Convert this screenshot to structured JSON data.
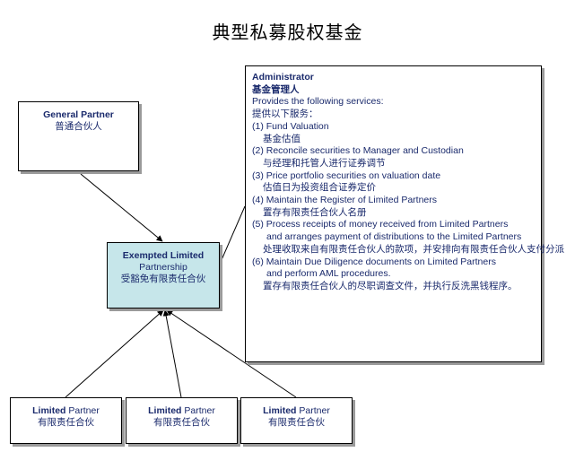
{
  "title": "典型私募股权基金",
  "general_partner": {
    "name": "General Partner",
    "name_cn": "普通合伙人"
  },
  "exempted": {
    "line1": "Exempted Limited",
    "line2": "Partnership",
    "line3": "受豁免有限责任合伙"
  },
  "limited_partners": [
    {
      "bold": "Limited",
      "rest": " Partner",
      "cn": "有限责任合伙"
    },
    {
      "bold": "Limited",
      "rest": " Partner",
      "cn": "有限责任合伙"
    },
    {
      "bold": "Limited",
      "rest": " Partner",
      "cn": "有限责任合伙"
    }
  ],
  "administrator": {
    "heading": "Administrator",
    "heading_cn": "基金管理人",
    "intro": "Provides the following services:",
    "intro_cn": "提供以下服务：",
    "services": [
      {
        "en": "(1) Fund Valuation",
        "cn": "基金估值"
      },
      {
        "en": "(2) Reconcile securities to Manager and Custodian",
        "cn": "与经理和托管人进行证券调节"
      },
      {
        "en": "(3) Price portfolio securities on valuation date",
        "cn": "估值日为投资组合证券定价"
      },
      {
        "en": "(4) Maintain the Register of Limited Partners",
        "cn": "置存有限责任合伙人名册"
      },
      {
        "en": "(5) Process receipts of money received from Limited Partners",
        "en2": "and arranges payment of distributions to the Limited Partners",
        "cn": "处理收取来自有限责任合伙人的款项，并安排向有限责任合伙人支付分派"
      },
      {
        "en": "(6) Maintain Due Diligence documents on Limited Partners",
        "en2": "and perform AML procedures.",
        "cn": "置存有限责任合伙人的尽职调查文件，并执行反洗黑钱程序。"
      }
    ]
  }
}
